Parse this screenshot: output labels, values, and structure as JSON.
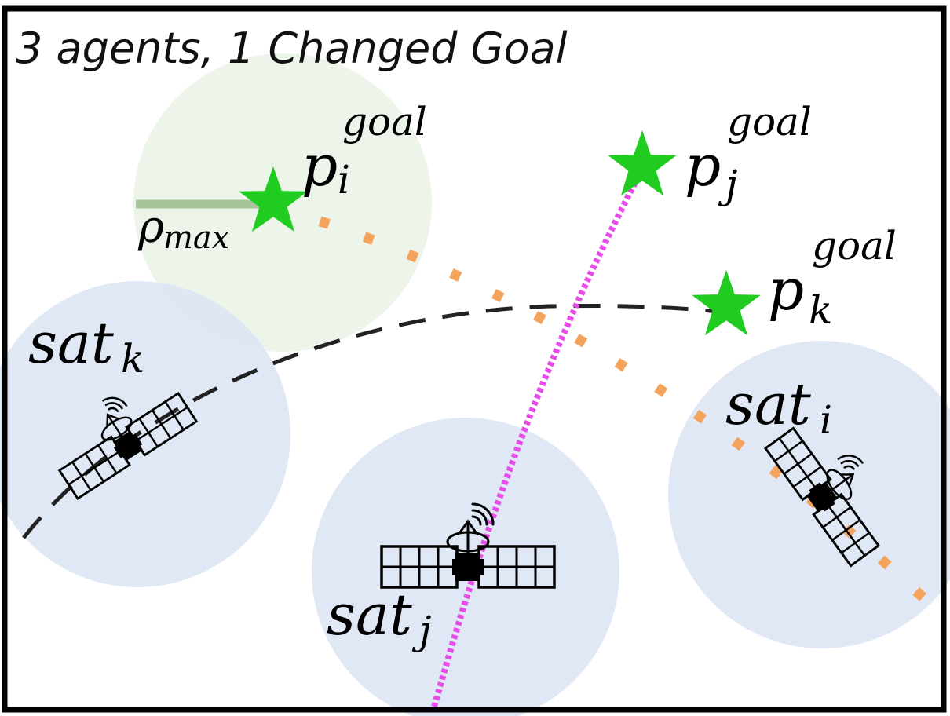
{
  "title": "3 agents, 1 Changed Goal",
  "colors": {
    "frame": "#000000",
    "sensing_circle": "#dbe4f3",
    "goal_circle": "#e7f1e3",
    "goal_star": "#1fcc1f",
    "rho_bar": "#a7c49a",
    "path_i": "#f4a35c",
    "path_j": "#e84ce8",
    "path_k": "#222222"
  },
  "labels": {
    "rho": "ρ",
    "rho_sub": "max",
    "p": "p",
    "goal_sup": "goal",
    "sat": "sat",
    "sub_i": "i",
    "sub_j": "j",
    "sub_k": "k"
  },
  "icons": {
    "goal": "star-icon",
    "agent": "satellite-icon"
  }
}
